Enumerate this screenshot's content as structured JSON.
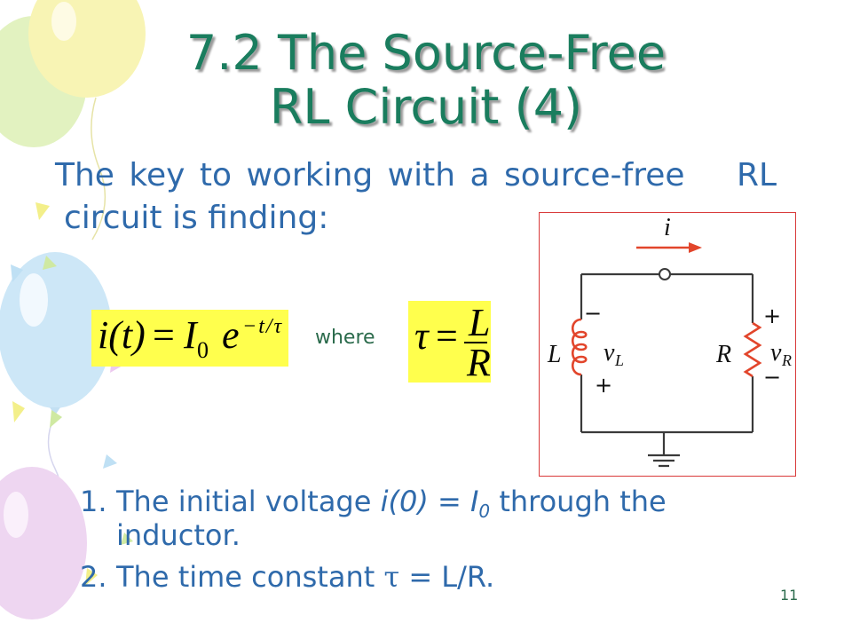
{
  "theme": {
    "title_color": "#1a7d5e",
    "title_shadow": "#9a9a9a",
    "body_color": "#2f6aab",
    "accent_text_color": "#2b6b4c",
    "formula_highlight": "#ffff4d",
    "circuit_border": "#d93a3a",
    "circuit_element": "#e2452b",
    "wire": "#3a3a3a"
  },
  "slide": {
    "title": [
      "7.2 The Source-Free",
      "RL Circuit (4)"
    ],
    "intro": {
      "line1": "The key to working with a source-free",
      "line1_tail": "RL",
      "line2": "circuit is finding:"
    },
    "where_label": "where",
    "page_number": "11"
  },
  "formulas": {
    "current": {
      "lhs": "i(t)",
      "equals": "=",
      "I": "I",
      "I_sub": "0",
      "e": "e",
      "exponent": "−t/τ"
    },
    "time_constant": {
      "lhs": "τ",
      "equals": "=",
      "numerator": "L",
      "denominator": "R"
    }
  },
  "steps": [
    {
      "number": "1.",
      "text_before": "The initial voltage ",
      "expr": "i(0)",
      "mid": " = ",
      "I": "I",
      "I_sub": "0",
      "text_after": " through the inductor."
    },
    {
      "number": "2.",
      "text_before": "The time constant ",
      "symbol": "τ",
      "text_after": " = L/R."
    }
  ],
  "circuit": {
    "current_label": "i",
    "inductor_label": "L",
    "inductor_voltage": "v",
    "inductor_voltage_sub": "L",
    "inductor_minus": "−",
    "inductor_plus": "+",
    "resistor_label": "R",
    "resistor_voltage": "v",
    "resistor_voltage_sub": "R",
    "resistor_plus": "+",
    "resistor_minus": "−"
  }
}
